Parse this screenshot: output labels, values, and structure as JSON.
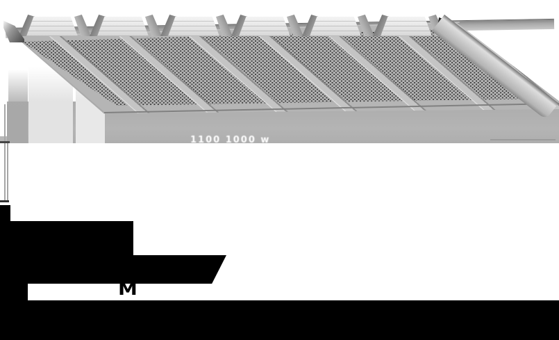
{
  "illustration": {
    "subject": "perforated trapezoidal acoustic panel render",
    "rib_count": 6,
    "shadow_label": "1100 1000 w",
    "bottom_glyph": "M",
    "colors": {
      "background": "#ffffff",
      "panel_face": "#b5b5b5",
      "perforation_dot": "#3c3c3c",
      "rib_top_face": "#ececec",
      "rib_shadow_band": "#c4c4c4",
      "reflection_band": "#b2b2b2",
      "reflection_light_streak": "#e3e3e3",
      "extension_line": "#a6a6a6",
      "tick_dash": "#454545",
      "ink_black": "#000000",
      "label_white": "#ffffff"
    }
  }
}
